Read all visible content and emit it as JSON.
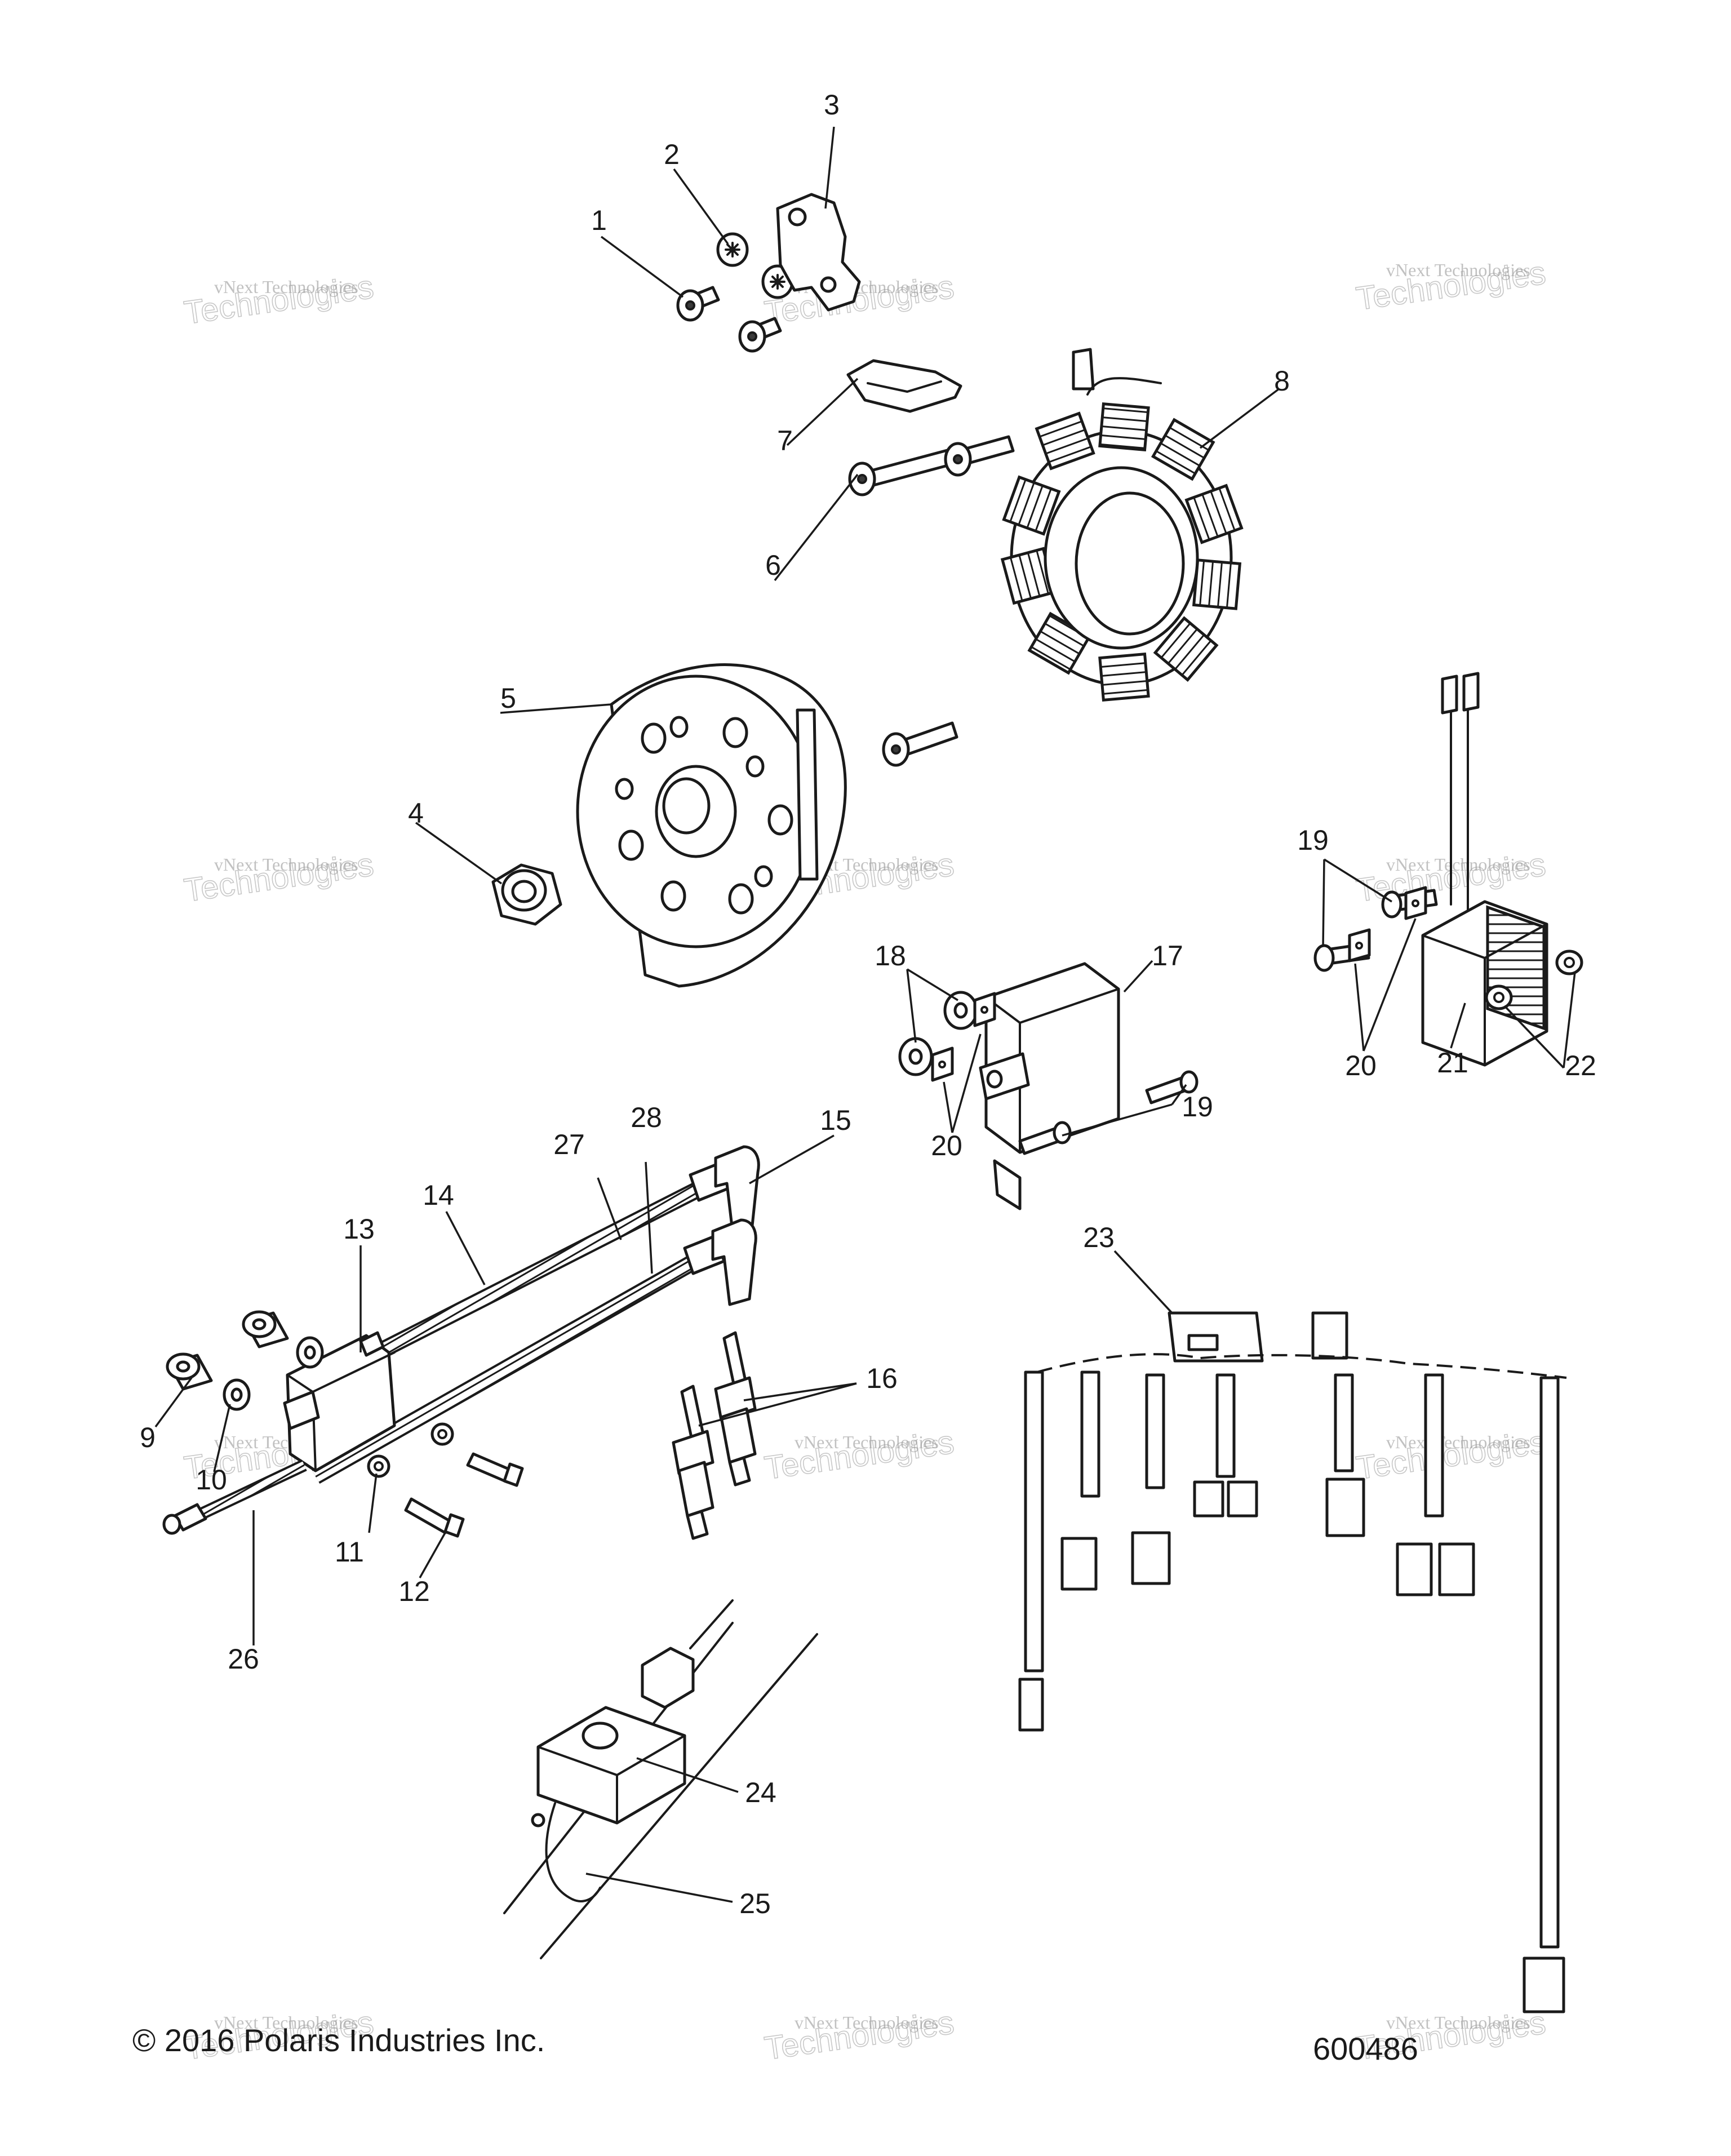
{
  "footer": {
    "copyright": "© 2016 Polaris Industries Inc.",
    "figure_number": "600486"
  },
  "watermark": {
    "line1": "vNext Technologies",
    "line2": "Technologies"
  },
  "callouts": {
    "c1": "1",
    "c2": "2",
    "c3": "3",
    "c4": "4",
    "c5": "5",
    "c6": "6",
    "c7": "7",
    "c8": "8",
    "c9": "9",
    "c10": "10",
    "c11": "11",
    "c12": "12",
    "c13": "13",
    "c14": "14",
    "c15": "15",
    "c16": "16",
    "c17": "17",
    "c18": "18",
    "c19a": "19",
    "c19b": "19",
    "c20a": "20",
    "c20b": "20",
    "c21": "21",
    "c22": "22",
    "c23": "23",
    "c24": "24",
    "c25": "25",
    "c26": "26",
    "c27": "27",
    "c28": "28"
  }
}
